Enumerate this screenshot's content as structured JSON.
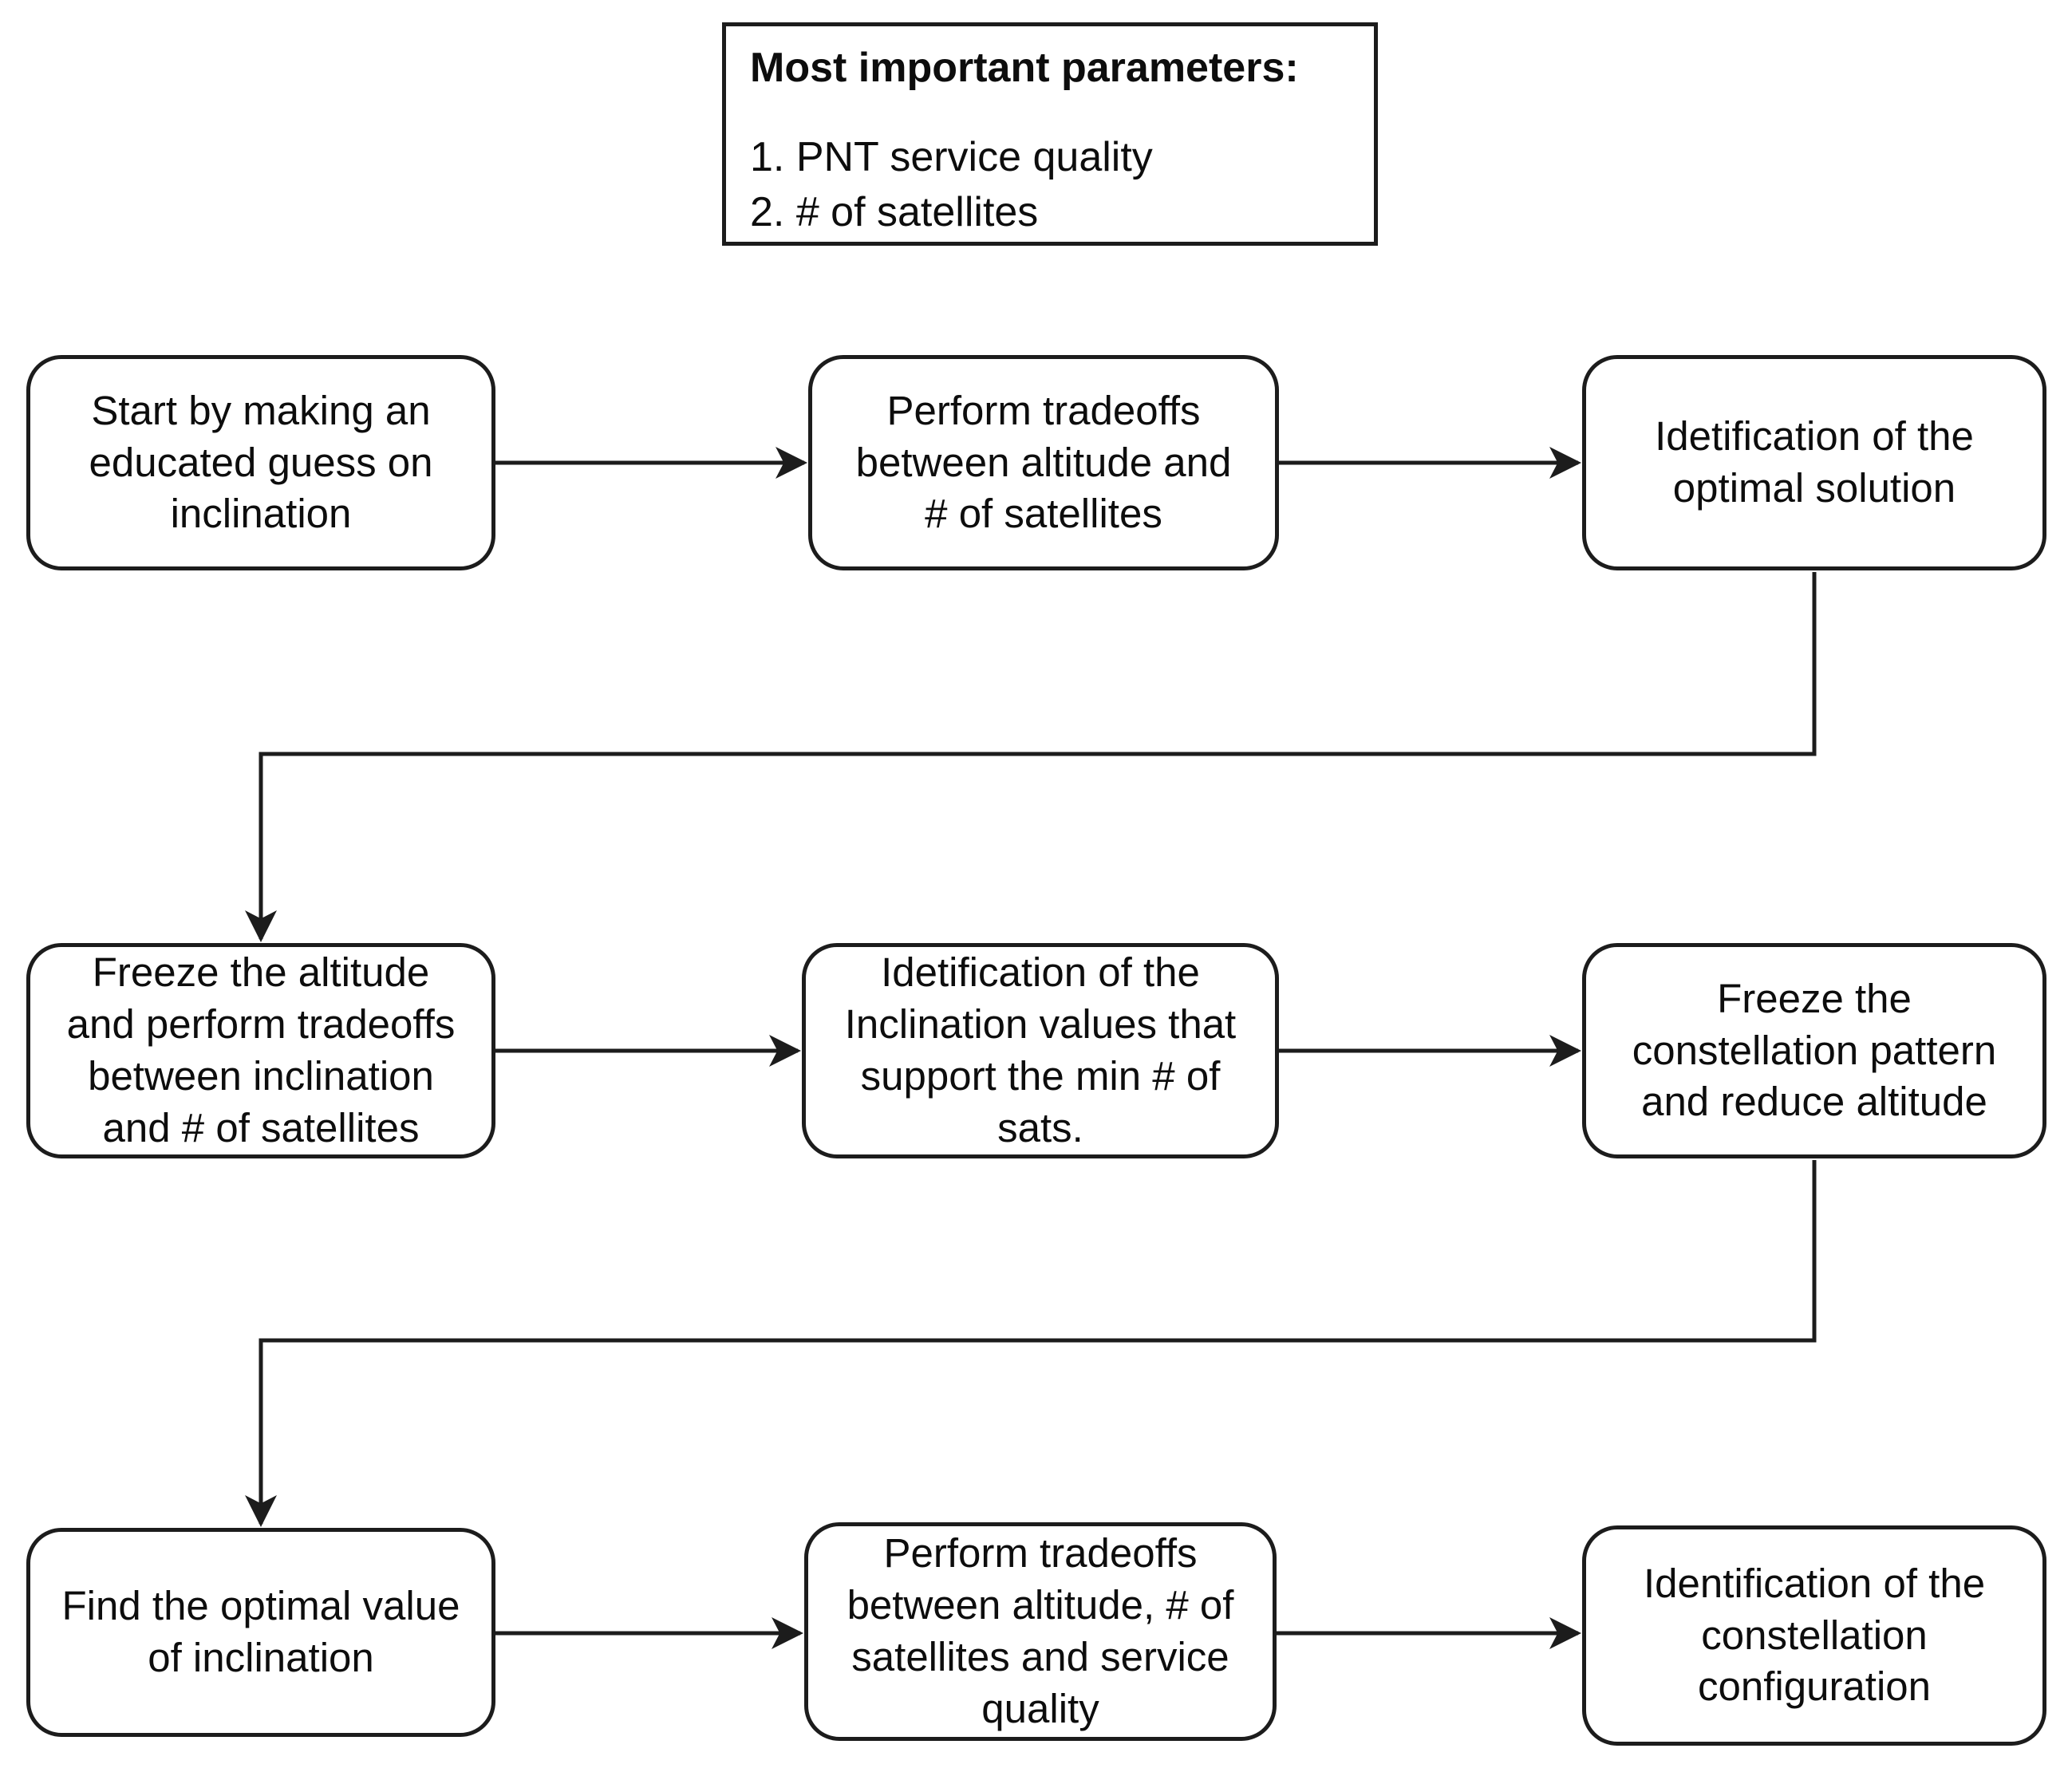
{
  "params_box": {
    "title": "Most important parameters:",
    "items": [
      "1. PNT service quality",
      "2. # of satellites"
    ]
  },
  "nodes": [
    {
      "id": "start-educated-guess",
      "label": "Start by making an\neducated guess on\ninclination"
    },
    {
      "id": "tradeoffs-altitude-numsats",
      "label": "Perform tradeoffs\nbetween altitude and\n# of satellites"
    },
    {
      "id": "identification-optimal-solution",
      "label": "Idetification of the\noptimal solution"
    },
    {
      "id": "freeze-altitude-tradeoffs",
      "label": "Freeze the altitude\nand perform tradeoffs\nbetween inclination\nand # of satellites"
    },
    {
      "id": "identification-inclination-values",
      "label": "Idetification of the\nInclination values that\nsupport the min # of\nsats."
    },
    {
      "id": "freeze-pattern-reduce-altitude",
      "label": "Freeze the\nconstellation pattern\nand reduce altitude"
    },
    {
      "id": "find-optimal-inclination",
      "label": "Find the optimal value\nof inclination"
    },
    {
      "id": "tradeoffs-altitude-sats-service",
      "label": "Perform tradeoffs\nbetween altitude, # of\nsatellites and service\nquality"
    },
    {
      "id": "identification-constellation-config",
      "label": "Identification of the\nconstellation\nconfiguration"
    }
  ],
  "colors": {
    "stroke": "#1c1c1c",
    "background": "#ffffff",
    "text": "#0d0d0d"
  }
}
